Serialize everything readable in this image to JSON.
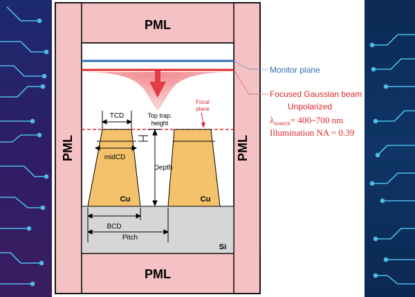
{
  "labels": {
    "pml_top": "PML",
    "pml_bottom": "PML",
    "pml_left": "PML",
    "pml_right": "PML",
    "monitor_plane": "Monitor plane",
    "beam_title": "Focused Gaussian beam",
    "beam_polarization": "Unpolarized",
    "lambda_symbol": "λ",
    "lambda_subscript": "source",
    "lambda_value": "= 400~700 nm",
    "illumination_na": "Illumination NA = 0.39",
    "focal_plane_line1": "Focal",
    "focal_plane_line2": "plane",
    "tcd": "TCD",
    "top_trap_line1": "Top trap.",
    "top_trap_line2": "height",
    "midcd": "midCD",
    "depth": "Depth",
    "cu_left": "Cu",
    "cu_right": "Cu",
    "bcd": "BCD",
    "pitch": "Pitch",
    "si": "Si"
  },
  "colors": {
    "background_left": "#2a1f5e",
    "background_right": "#0f2f55",
    "circuit_trace": "#5ad6ff",
    "panel": "#ffffff",
    "pml_fill": "#f4c2c4",
    "monitor_line": "#2f6eb5",
    "monitor_text": "#2f6eb5",
    "beam_line": "#e0252b",
    "beam_fill": "#f39a9e",
    "beam_text": "#d9262b",
    "copper": "#f4c26b",
    "silicon": "#d4d4d4",
    "outline": "#000000"
  }
}
